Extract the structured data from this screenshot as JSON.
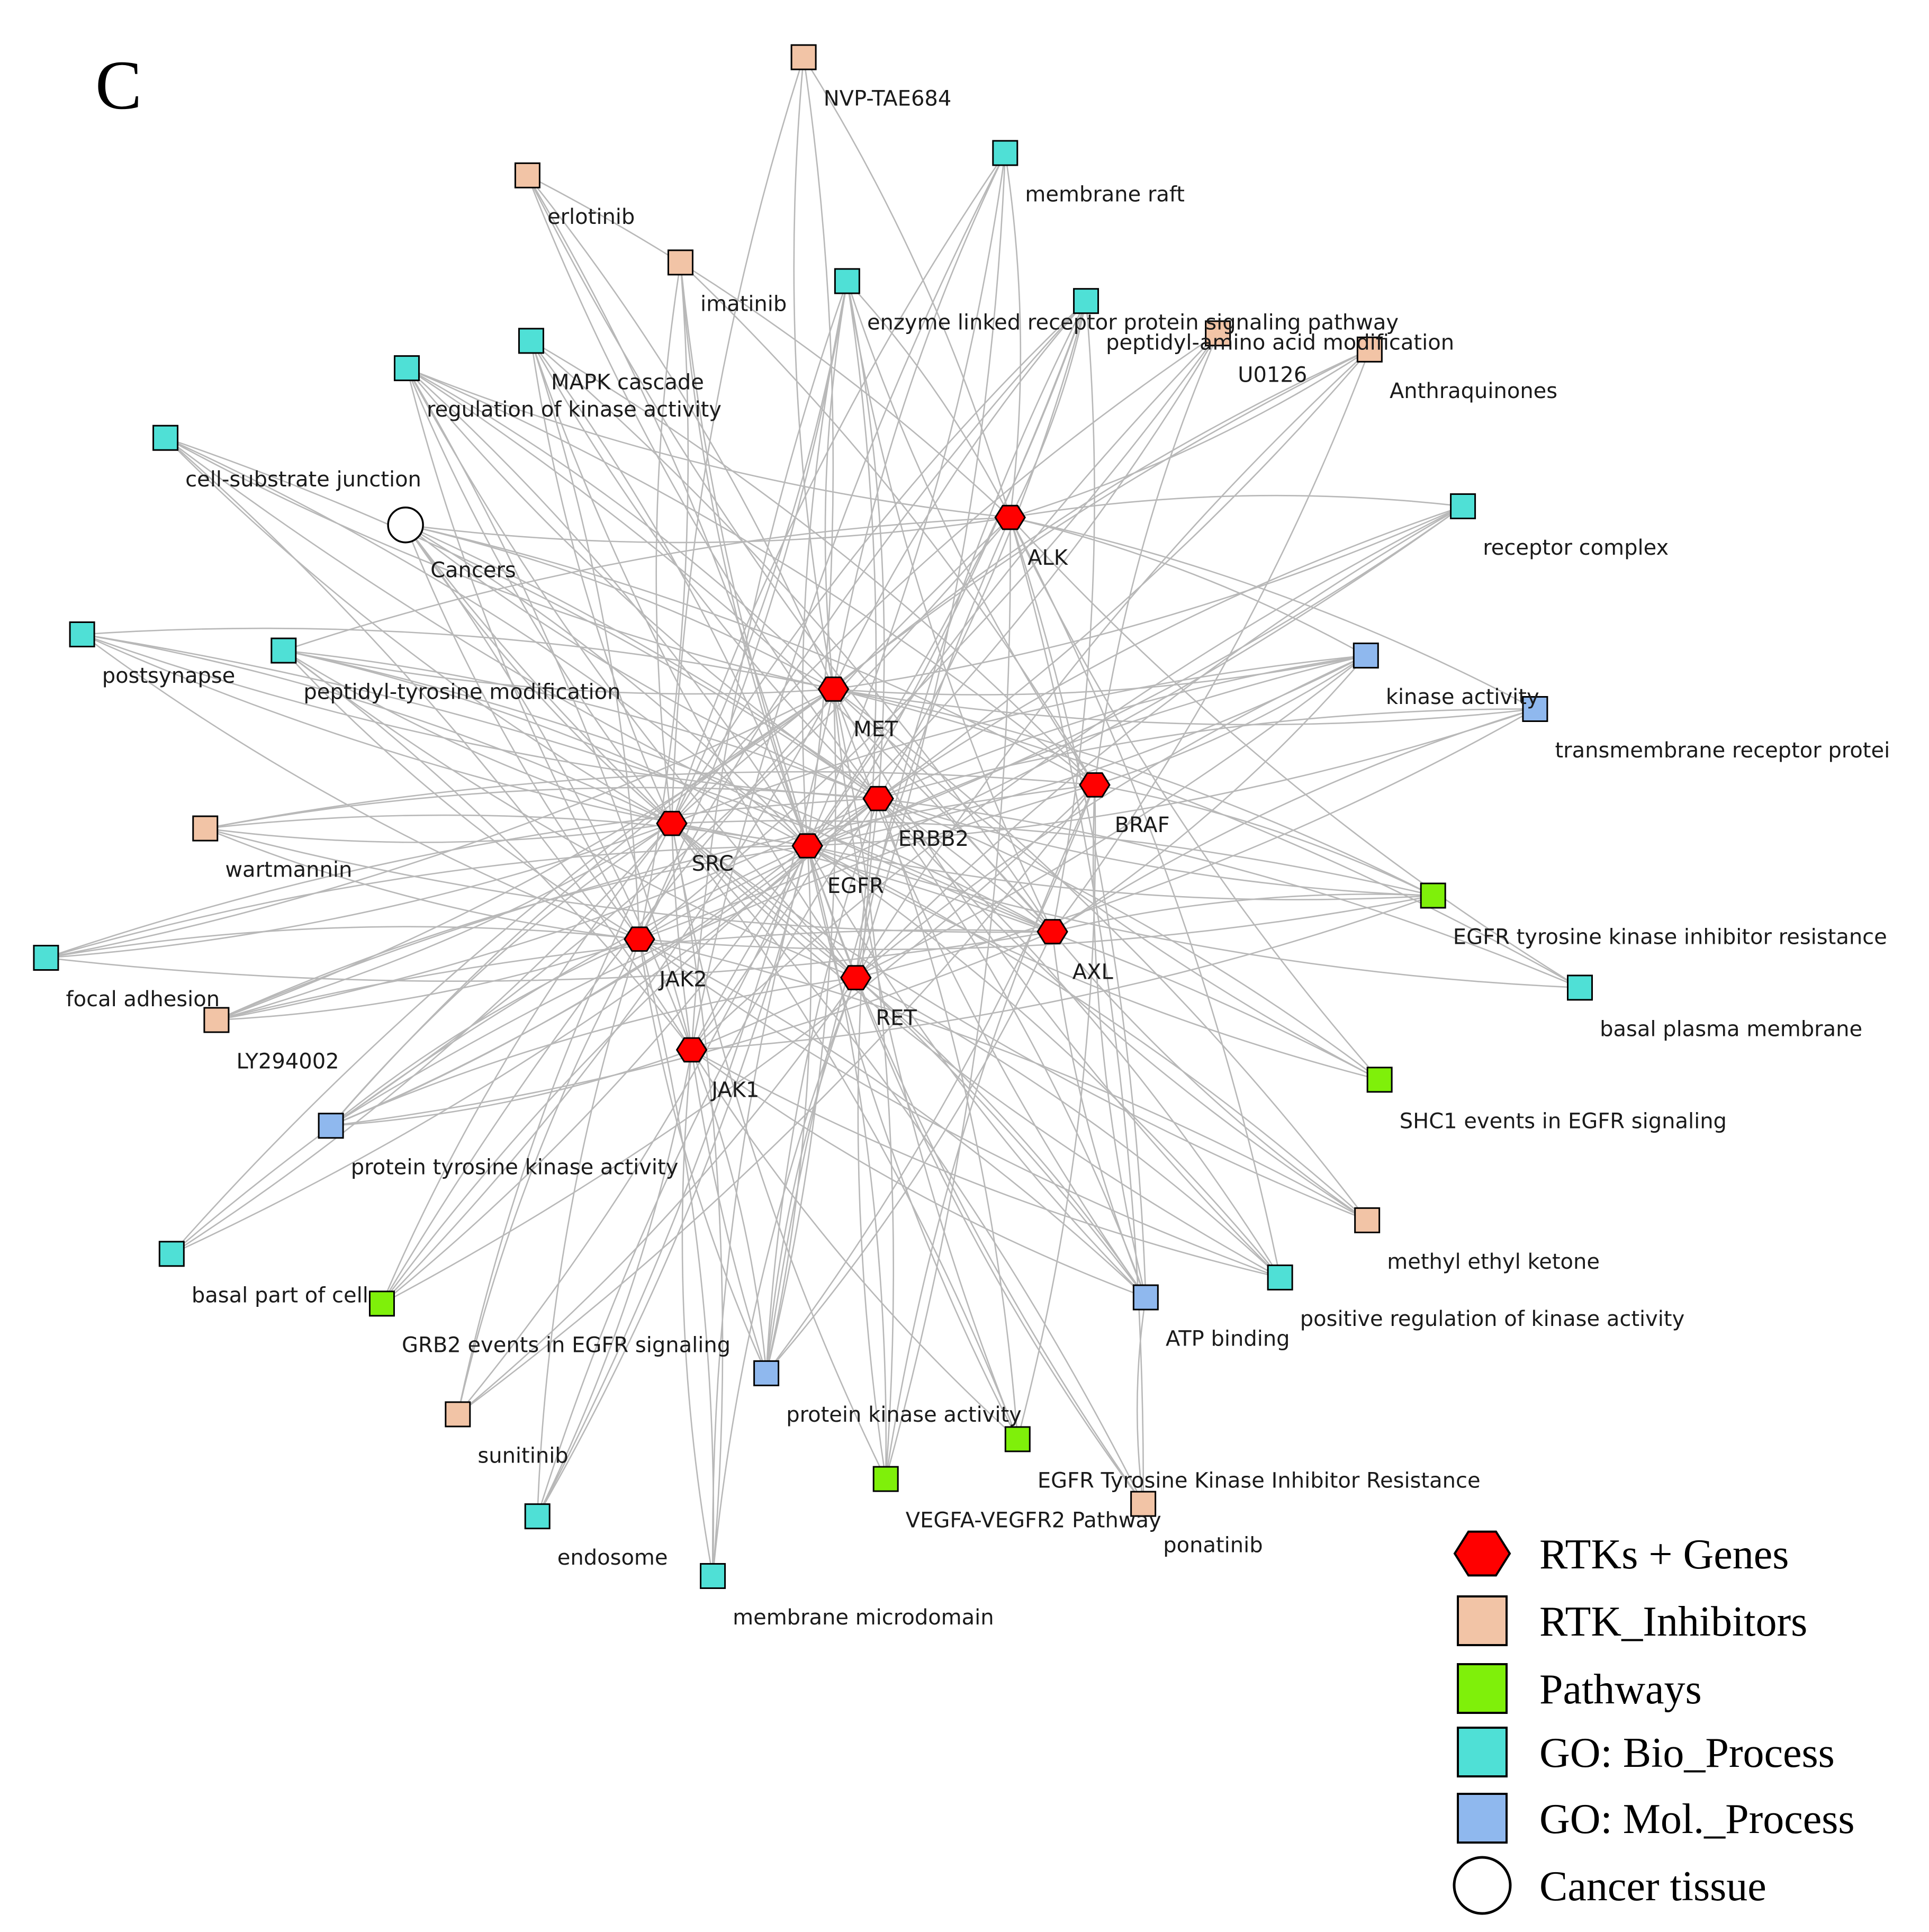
{
  "panel_label": "C",
  "colors": {
    "gene": "#ff0000",
    "inhibitor": "#f2c4a6",
    "pathway": "#7ff00a",
    "bio": "#4fe0d6",
    "mol": "#8fb8ee",
    "cancer": "#ffffff",
    "edge": "#b8b8b8"
  },
  "legend": [
    {
      "type": "gene",
      "label": "RTKs + Genes"
    },
    {
      "type": "inhibitor",
      "label": "RTK_Inhibitors"
    },
    {
      "type": "pathway",
      "label": "Pathways"
    },
    {
      "type": "bio",
      "label": "GO: Bio_Process"
    },
    {
      "type": "mol",
      "label": "GO: Mol._Process"
    },
    {
      "type": "cancer",
      "label": "Cancer tissue"
    }
  ],
  "genes": [
    "ALK",
    "MET",
    "ERBB2",
    "BRAF",
    "SRC",
    "EGFR",
    "JAK2",
    "AXL",
    "RET",
    "JAK1"
  ],
  "nodes": [
    {
      "id": "ALK",
      "label": "ALK",
      "type": "gene"
    },
    {
      "id": "MET",
      "label": "MET",
      "type": "gene"
    },
    {
      "id": "ERBB2",
      "label": "ERBB2",
      "type": "gene"
    },
    {
      "id": "BRAF",
      "label": "BRAF",
      "type": "gene"
    },
    {
      "id": "SRC",
      "label": "SRC",
      "type": "gene"
    },
    {
      "id": "EGFR",
      "label": "EGFR",
      "type": "gene"
    },
    {
      "id": "JAK2",
      "label": "JAK2",
      "type": "gene"
    },
    {
      "id": "AXL",
      "label": "AXL",
      "type": "gene"
    },
    {
      "id": "RET",
      "label": "RET",
      "type": "gene"
    },
    {
      "id": "JAK1",
      "label": "JAK1",
      "type": "gene"
    },
    {
      "id": "nvp",
      "label": "NVP-TAE684",
      "type": "inhibitor"
    },
    {
      "id": "raft",
      "label": "membrane raft",
      "type": "bio"
    },
    {
      "id": "erlotinib",
      "label": "erlotinib",
      "type": "inhibitor"
    },
    {
      "id": "imatinib",
      "label": "imatinib",
      "type": "inhibitor"
    },
    {
      "id": "enzyme",
      "label": "enzyme linked receptor protein signaling pathway",
      "type": "bio"
    },
    {
      "id": "peptamino",
      "label": "peptidyl-amino acid modification",
      "type": "bio"
    },
    {
      "id": "u0126",
      "label": "U0126",
      "type": "inhibitor"
    },
    {
      "id": "anthra",
      "label": "Anthraquinones",
      "type": "inhibitor"
    },
    {
      "id": "mapk",
      "label": "MAPK cascade",
      "type": "bio"
    },
    {
      "id": "regkin",
      "label": "regulation of kinase activity",
      "type": "bio"
    },
    {
      "id": "cellsub",
      "label": "cell-substrate junction",
      "type": "bio"
    },
    {
      "id": "cancers",
      "label": "Cancers",
      "type": "cancer"
    },
    {
      "id": "receptor",
      "label": "receptor complex",
      "type": "bio"
    },
    {
      "id": "postsyn",
      "label": "postsynapse",
      "type": "bio"
    },
    {
      "id": "pepttyr",
      "label": "peptidyl-tyrosine modification",
      "type": "bio"
    },
    {
      "id": "kinact",
      "label": "kinase activity",
      "type": "mol"
    },
    {
      "id": "transm",
      "label": "transmembrane receptor protei",
      "type": "mol"
    },
    {
      "id": "wortmannin",
      "label": "wartmannin",
      "type": "inhibitor"
    },
    {
      "id": "egfrtki",
      "label": "EGFR tyrosine kinase inhibitor resistance",
      "type": "pathway"
    },
    {
      "id": "focal",
      "label": "focal adhesion",
      "type": "bio"
    },
    {
      "id": "basalpm",
      "label": "basal plasma membrane",
      "type": "bio"
    },
    {
      "id": "ly",
      "label": "LY294002",
      "type": "inhibitor"
    },
    {
      "id": "shc1",
      "label": "SHC1 events in EGFR signaling",
      "type": "pathway"
    },
    {
      "id": "ptk",
      "label": "protein tyrosine kinase activity",
      "type": "mol"
    },
    {
      "id": "mek",
      "label": "methyl ethyl ketone",
      "type": "inhibitor"
    },
    {
      "id": "basalcell",
      "label": "basal part of cell",
      "type": "bio"
    },
    {
      "id": "posreg",
      "label": "positive regulation of kinase activity",
      "type": "bio"
    },
    {
      "id": "grb2",
      "label": "GRB2 events in EGFR signaling",
      "type": "pathway"
    },
    {
      "id": "atp",
      "label": "ATP binding",
      "type": "mol"
    },
    {
      "id": "sunitinib",
      "label": "sunitinib",
      "type": "inhibitor"
    },
    {
      "id": "pka",
      "label": "protein kinase activity",
      "type": "mol"
    },
    {
      "id": "egfrTKIR",
      "label": "EGFR Tyrosine Kinase Inhibitor Resistance",
      "type": "pathway"
    },
    {
      "id": "vegfa",
      "label": "VEGFA-VEGFR2 Pathway",
      "type": "pathway"
    },
    {
      "id": "ponatinib",
      "label": "ponatinib",
      "type": "inhibitor"
    },
    {
      "id": "endosome",
      "label": "endosome",
      "type": "bio"
    },
    {
      "id": "microdom",
      "label": "membrane microdomain",
      "type": "bio"
    }
  ],
  "edges": [
    [
      "nvp",
      "ALK"
    ],
    [
      "nvp",
      "MET"
    ],
    [
      "nvp",
      "EGFR"
    ],
    [
      "nvp",
      "SRC"
    ],
    [
      "raft",
      "ALK"
    ],
    [
      "raft",
      "MET"
    ],
    [
      "raft",
      "EGFR"
    ],
    [
      "raft",
      "SRC"
    ],
    [
      "raft",
      "RET"
    ],
    [
      "raft",
      "JAK1"
    ],
    [
      "erlotinib",
      "EGFR"
    ],
    [
      "erlotinib",
      "ERBB2"
    ],
    [
      "erlotinib",
      "MET"
    ],
    [
      "erlotinib",
      "AXL"
    ],
    [
      "erlotinib",
      "ALK"
    ],
    [
      "imatinib",
      "SRC"
    ],
    [
      "imatinib",
      "JAK2"
    ],
    [
      "imatinib",
      "RET"
    ],
    [
      "imatinib",
      "BRAF"
    ],
    [
      "imatinib",
      "EGFR"
    ],
    [
      "enzyme",
      "ALK"
    ],
    [
      "enzyme",
      "MET"
    ],
    [
      "enzyme",
      "ERBB2"
    ],
    [
      "enzyme",
      "BRAF"
    ],
    [
      "enzyme",
      "SRC"
    ],
    [
      "enzyme",
      "EGFR"
    ],
    [
      "enzyme",
      "JAK2"
    ],
    [
      "enzyme",
      "AXL"
    ],
    [
      "enzyme",
      "RET"
    ],
    [
      "enzyme",
      "JAK1"
    ],
    [
      "peptamino",
      "ALK"
    ],
    [
      "peptamino",
      "MET"
    ],
    [
      "peptamino",
      "ERBB2"
    ],
    [
      "peptamino",
      "SRC"
    ],
    [
      "peptamino",
      "EGFR"
    ],
    [
      "peptamino",
      "JAK2"
    ],
    [
      "peptamino",
      "AXL"
    ],
    [
      "peptamino",
      "RET"
    ],
    [
      "peptamino",
      "JAK1"
    ],
    [
      "u0126",
      "BRAF"
    ],
    [
      "u0126",
      "EGFR"
    ],
    [
      "u0126",
      "SRC"
    ],
    [
      "u0126",
      "JAK2"
    ],
    [
      "u0126",
      "JAK1"
    ],
    [
      "anthra",
      "ALK"
    ],
    [
      "anthra",
      "MET"
    ],
    [
      "anthra",
      "EGFR"
    ],
    [
      "anthra",
      "SRC"
    ],
    [
      "anthra",
      "AXL"
    ],
    [
      "anthra",
      "RET"
    ],
    [
      "mapk",
      "BRAF"
    ],
    [
      "mapk",
      "ERBB2"
    ],
    [
      "mapk",
      "EGFR"
    ],
    [
      "mapk",
      "SRC"
    ],
    [
      "mapk",
      "JAK2"
    ],
    [
      "mapk",
      "RET"
    ],
    [
      "mapk",
      "AXL"
    ],
    [
      "regkin",
      "ALK"
    ],
    [
      "regkin",
      "MET"
    ],
    [
      "regkin",
      "ERBB2"
    ],
    [
      "regkin",
      "BRAF"
    ],
    [
      "regkin",
      "SRC"
    ],
    [
      "regkin",
      "EGFR"
    ],
    [
      "regkin",
      "JAK2"
    ],
    [
      "regkin",
      "AXL"
    ],
    [
      "regkin",
      "RET"
    ],
    [
      "regkin",
      "JAK1"
    ],
    [
      "cellsub",
      "MET"
    ],
    [
      "cellsub",
      "ERBB2"
    ],
    [
      "cellsub",
      "SRC"
    ],
    [
      "cellsub",
      "EGFR"
    ],
    [
      "cellsub",
      "AXL"
    ],
    [
      "cellsub",
      "JAK1"
    ],
    [
      "cancers",
      "ALK"
    ],
    [
      "cancers",
      "MET"
    ],
    [
      "cancers",
      "ERBB2"
    ],
    [
      "cancers",
      "BRAF"
    ],
    [
      "cancers",
      "SRC"
    ],
    [
      "cancers",
      "EGFR"
    ],
    [
      "cancers",
      "JAK2"
    ],
    [
      "cancers",
      "AXL"
    ],
    [
      "cancers",
      "RET"
    ],
    [
      "cancers",
      "JAK1"
    ],
    [
      "receptor",
      "ALK"
    ],
    [
      "receptor",
      "MET"
    ],
    [
      "receptor",
      "ERBB2"
    ],
    [
      "receptor",
      "EGFR"
    ],
    [
      "receptor",
      "RET"
    ],
    [
      "receptor",
      "JAK2"
    ],
    [
      "receptor",
      "JAK1"
    ],
    [
      "postsyn",
      "MET"
    ],
    [
      "postsyn",
      "ERBB2"
    ],
    [
      "postsyn",
      "SRC"
    ],
    [
      "postsyn",
      "EGFR"
    ],
    [
      "postsyn",
      "AXL"
    ],
    [
      "postsyn",
      "JAK2"
    ],
    [
      "pepttyr",
      "ALK"
    ],
    [
      "pepttyr",
      "MET"
    ],
    [
      "pepttyr",
      "ERBB2"
    ],
    [
      "pepttyr",
      "SRC"
    ],
    [
      "pepttyr",
      "EGFR"
    ],
    [
      "pepttyr",
      "JAK2"
    ],
    [
      "pepttyr",
      "AXL"
    ],
    [
      "pepttyr",
      "RET"
    ],
    [
      "pepttyr",
      "JAK1"
    ],
    [
      "kinact",
      "ALK"
    ],
    [
      "kinact",
      "MET"
    ],
    [
      "kinact",
      "ERBB2"
    ],
    [
      "kinact",
      "BRAF"
    ],
    [
      "kinact",
      "SRC"
    ],
    [
      "kinact",
      "EGFR"
    ],
    [
      "kinact",
      "JAK2"
    ],
    [
      "kinact",
      "AXL"
    ],
    [
      "kinact",
      "RET"
    ],
    [
      "kinact",
      "JAK1"
    ],
    [
      "transm",
      "ALK"
    ],
    [
      "transm",
      "MET"
    ],
    [
      "transm",
      "ERBB2"
    ],
    [
      "transm",
      "EGFR"
    ],
    [
      "transm",
      "AXL"
    ],
    [
      "transm",
      "RET"
    ],
    [
      "wortmannin",
      "SRC"
    ],
    [
      "wortmannin",
      "EGFR"
    ],
    [
      "wortmannin",
      "JAK2"
    ],
    [
      "wortmannin",
      "BRAF"
    ],
    [
      "wortmannin",
      "AXL"
    ],
    [
      "wortmannin",
      "ERBB2"
    ],
    [
      "egfrtki",
      "MET"
    ],
    [
      "egfrtki",
      "ERBB2"
    ],
    [
      "egfrtki",
      "BRAF"
    ],
    [
      "egfrtki",
      "EGFR"
    ],
    [
      "egfrtki",
      "SRC"
    ],
    [
      "egfrtki",
      "JAK2"
    ],
    [
      "egfrtki",
      "AXL"
    ],
    [
      "egfrtki",
      "JAK1"
    ],
    [
      "focal",
      "MET"
    ],
    [
      "focal",
      "ERBB2"
    ],
    [
      "focal",
      "SRC"
    ],
    [
      "focal",
      "EGFR"
    ],
    [
      "focal",
      "AXL"
    ],
    [
      "focal",
      "JAK2"
    ],
    [
      "basalpm",
      "ERBB2"
    ],
    [
      "basalpm",
      "EGFR"
    ],
    [
      "basalpm",
      "MET"
    ],
    [
      "basalpm",
      "ALK"
    ],
    [
      "ly",
      "SRC"
    ],
    [
      "ly",
      "EGFR"
    ],
    [
      "ly",
      "JAK2"
    ],
    [
      "ly",
      "BRAF"
    ],
    [
      "ly",
      "MET"
    ],
    [
      "ly",
      "AXL"
    ],
    [
      "ly",
      "ERBB2"
    ],
    [
      "shc1",
      "EGFR"
    ],
    [
      "shc1",
      "ERBB2"
    ],
    [
      "shc1",
      "MET"
    ],
    [
      "shc1",
      "SRC"
    ],
    [
      "shc1",
      "ALK"
    ],
    [
      "ptk",
      "ALK"
    ],
    [
      "ptk",
      "MET"
    ],
    [
      "ptk",
      "ERBB2"
    ],
    [
      "ptk",
      "SRC"
    ],
    [
      "ptk",
      "EGFR"
    ],
    [
      "ptk",
      "JAK2"
    ],
    [
      "ptk",
      "AXL"
    ],
    [
      "ptk",
      "RET"
    ],
    [
      "ptk",
      "JAK1"
    ],
    [
      "ptk",
      "BRAF"
    ],
    [
      "mek",
      "EGFR"
    ],
    [
      "mek",
      "SRC"
    ],
    [
      "mek",
      "MET"
    ],
    [
      "mek",
      "ERBB2"
    ],
    [
      "mek",
      "JAK2"
    ],
    [
      "mek",
      "AXL"
    ],
    [
      "basalcell",
      "ERBB2"
    ],
    [
      "basalcell",
      "EGFR"
    ],
    [
      "basalcell",
      "SRC"
    ],
    [
      "basalcell",
      "MET"
    ],
    [
      "posreg",
      "ALK"
    ],
    [
      "posreg",
      "MET"
    ],
    [
      "posreg",
      "ERBB2"
    ],
    [
      "posreg",
      "SRC"
    ],
    [
      "posreg",
      "EGFR"
    ],
    [
      "posreg",
      "JAK2"
    ],
    [
      "posreg",
      "RET"
    ],
    [
      "posreg",
      "JAK1"
    ],
    [
      "grb2",
      "EGFR"
    ],
    [
      "grb2",
      "ERBB2"
    ],
    [
      "grb2",
      "MET"
    ],
    [
      "grb2",
      "SRC"
    ],
    [
      "grb2",
      "BRAF"
    ],
    [
      "grb2",
      "ALK"
    ],
    [
      "atp",
      "ALK"
    ],
    [
      "atp",
      "MET"
    ],
    [
      "atp",
      "ERBB2"
    ],
    [
      "atp",
      "BRAF"
    ],
    [
      "atp",
      "SRC"
    ],
    [
      "atp",
      "EGFR"
    ],
    [
      "atp",
      "JAK2"
    ],
    [
      "atp",
      "AXL"
    ],
    [
      "atp",
      "RET"
    ],
    [
      "atp",
      "JAK1"
    ],
    [
      "sunitinib",
      "RET"
    ],
    [
      "sunitinib",
      "SRC"
    ],
    [
      "sunitinib",
      "EGFR"
    ],
    [
      "sunitinib",
      "JAK2"
    ],
    [
      "sunitinib",
      "BRAF"
    ],
    [
      "pka",
      "ALK"
    ],
    [
      "pka",
      "MET"
    ],
    [
      "pka",
      "ERBB2"
    ],
    [
      "pka",
      "BRAF"
    ],
    [
      "pka",
      "SRC"
    ],
    [
      "pka",
      "EGFR"
    ],
    [
      "pka",
      "JAK2"
    ],
    [
      "pka",
      "AXL"
    ],
    [
      "pka",
      "RET"
    ],
    [
      "pka",
      "JAK1"
    ],
    [
      "egfrTKIR",
      "EGFR"
    ],
    [
      "egfrTKIR",
      "ERBB2"
    ],
    [
      "egfrTKIR",
      "MET"
    ],
    [
      "egfrTKIR",
      "SRC"
    ],
    [
      "egfrTKIR",
      "JAK1"
    ],
    [
      "egfrTKIR",
      "BRAF"
    ],
    [
      "vegfa",
      "SRC"
    ],
    [
      "vegfa",
      "EGFR"
    ],
    [
      "vegfa",
      "ERBB2"
    ],
    [
      "vegfa",
      "MET"
    ],
    [
      "vegfa",
      "BRAF"
    ],
    [
      "vegfa",
      "ALK"
    ],
    [
      "ponatinib",
      "RET"
    ],
    [
      "ponatinib",
      "SRC"
    ],
    [
      "ponatinib",
      "EGFR"
    ],
    [
      "ponatinib",
      "ALK"
    ],
    [
      "ponatinib",
      "atp"
    ],
    [
      "endosome",
      "EGFR"
    ],
    [
      "endosome",
      "ERBB2"
    ],
    [
      "endosome",
      "MET"
    ],
    [
      "endosome",
      "JAK2"
    ],
    [
      "endosome",
      "JAK1"
    ],
    [
      "microdom",
      "EGFR"
    ],
    [
      "microdom",
      "SRC"
    ],
    [
      "microdom",
      "JAK1"
    ],
    [
      "microdom",
      "JAK2"
    ],
    [
      "microdom",
      "RET"
    ]
  ]
}
